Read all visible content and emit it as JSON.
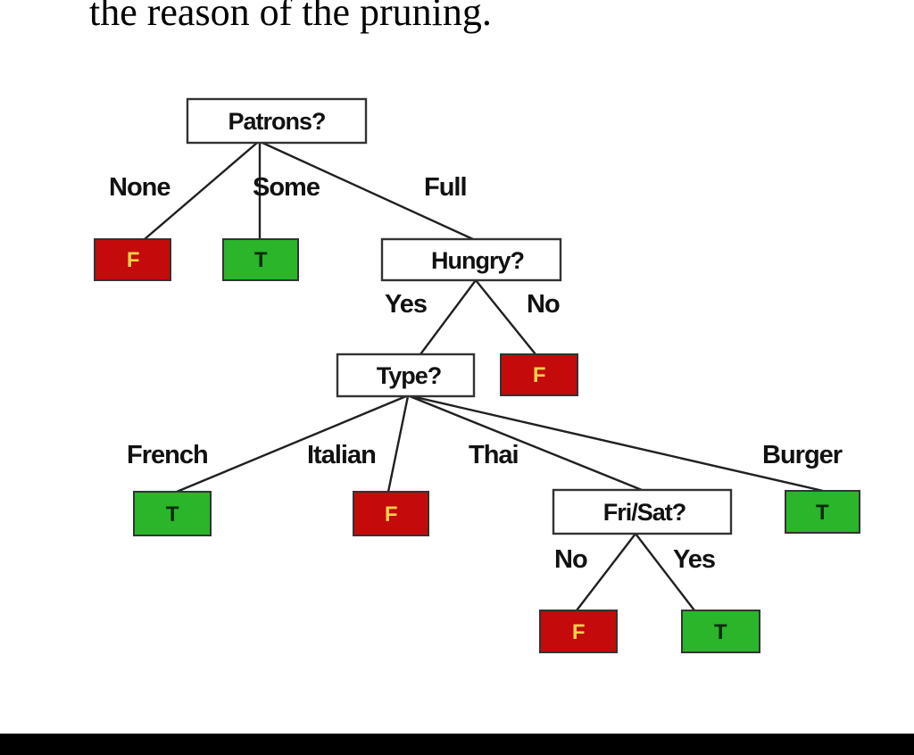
{
  "caption": "the reason of the pruning.",
  "colors": {
    "false_leaf": "#c40a0a",
    "true_leaf": "#2ab52a"
  },
  "tree": {
    "nodes": {
      "patrons": "Patrons?",
      "hungry": "Hungry?",
      "type": "Type?",
      "frisat": "Fri/Sat?",
      "leaf_none": "F",
      "leaf_some": "T",
      "leaf_hungry_no": "F",
      "leaf_french": "T",
      "leaf_italian": "F",
      "leaf_burger": "T",
      "leaf_frisat_no": "F",
      "leaf_frisat_yes": "T"
    },
    "edges": {
      "none": "None",
      "some": "Some",
      "full": "Full",
      "hungry_yes": "Yes",
      "hungry_no": "No",
      "french": "French",
      "italian": "Italian",
      "thai": "Thai",
      "burger": "Burger",
      "frisat_no": "No",
      "frisat_yes": "Yes"
    }
  }
}
